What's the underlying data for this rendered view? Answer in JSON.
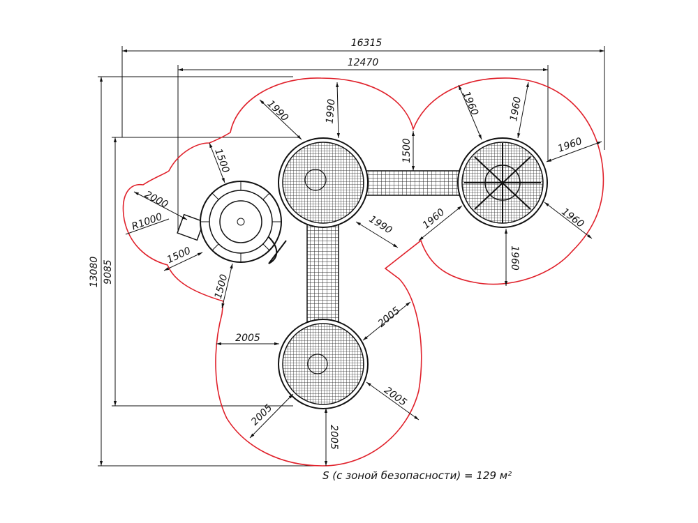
{
  "drawing": {
    "overall": {
      "width": "16315",
      "inner_width": "12470",
      "height": "13080",
      "inner_height": "9085"
    },
    "platform_a": {
      "d1": "1990",
      "d2": "1990",
      "bridge": "1500",
      "d3": "1990"
    },
    "platform_b": {
      "d1": "1960",
      "d2": "1960",
      "d3": "1960",
      "d4": "1960",
      "d5": "1960",
      "d6": "1960"
    },
    "platform_c": {
      "d1": "2005",
      "d2": "2005",
      "d3": "2005",
      "d4": "2005",
      "d5": "2005"
    },
    "slide": {
      "d1": "1500",
      "d2": "2000",
      "radius": "R1000",
      "d3": "1500",
      "d4": "1500"
    },
    "colors": {
      "safety_zone": "#e0202a",
      "lines": "#111111"
    }
  },
  "caption": "S (с зоной безопасности) = 129 м²"
}
